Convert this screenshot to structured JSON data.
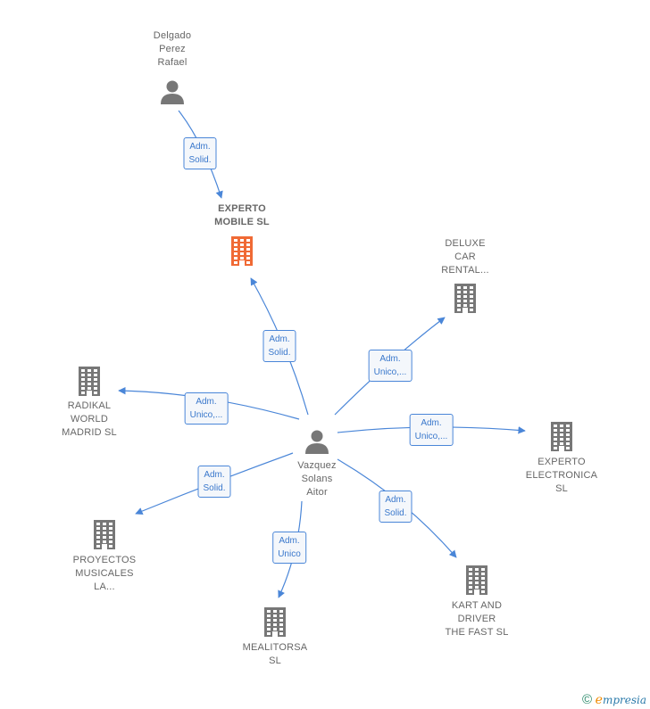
{
  "nodes": {
    "delgado": {
      "label": "Delgado\nPerez\nRafael",
      "kind": "person"
    },
    "experto_mobile": {
      "label": "EXPERTO\nMOBILE  SL",
      "kind": "company-main"
    },
    "deluxe": {
      "label": "DELUXE\nCAR\nRENTAL...",
      "kind": "company"
    },
    "radikal": {
      "label": "RADIKAL\nWORLD\nMADRID  SL",
      "kind": "company"
    },
    "vazquez": {
      "label": "Vazquez\nSolans\nAitor",
      "kind": "person"
    },
    "experto_electronica": {
      "label": "EXPERTO\nELECTRONICA\nSL",
      "kind": "company"
    },
    "proyectos": {
      "label": "PROYECTOS\nMUSICALES\nLA...",
      "kind": "company"
    },
    "kart": {
      "label": "KART AND\nDRIVER\nTHE FAST  SL",
      "kind": "company"
    },
    "mealitorsa": {
      "label": "MEALITORSA\nSL",
      "kind": "company"
    }
  },
  "edges": [
    {
      "from": "delgado",
      "to": "experto_mobile",
      "label": "Adm.\nSolid."
    },
    {
      "from": "vazquez",
      "to": "experto_mobile",
      "label": "Adm.\nSolid."
    },
    {
      "from": "vazquez",
      "to": "deluxe",
      "label": "Adm.\nUnico,..."
    },
    {
      "from": "vazquez",
      "to": "radikal",
      "label": "Adm.\nUnico,..."
    },
    {
      "from": "vazquez",
      "to": "experto_electronica",
      "label": "Adm.\nUnico,..."
    },
    {
      "from": "vazquez",
      "to": "proyectos",
      "label": "Adm.\nSolid."
    },
    {
      "from": "vazquez",
      "to": "kart",
      "label": "Adm.\nSolid."
    },
    {
      "from": "vazquez",
      "to": "mealitorsa",
      "label": "Adm.\nUnico"
    }
  ],
  "colors": {
    "edge": "#4a86d8",
    "company": "#777777",
    "company_main": "#f06a35",
    "person": "#777777"
  },
  "footer": {
    "copyright": "©",
    "brand_initial": "e",
    "brand_rest": "mpresia"
  }
}
